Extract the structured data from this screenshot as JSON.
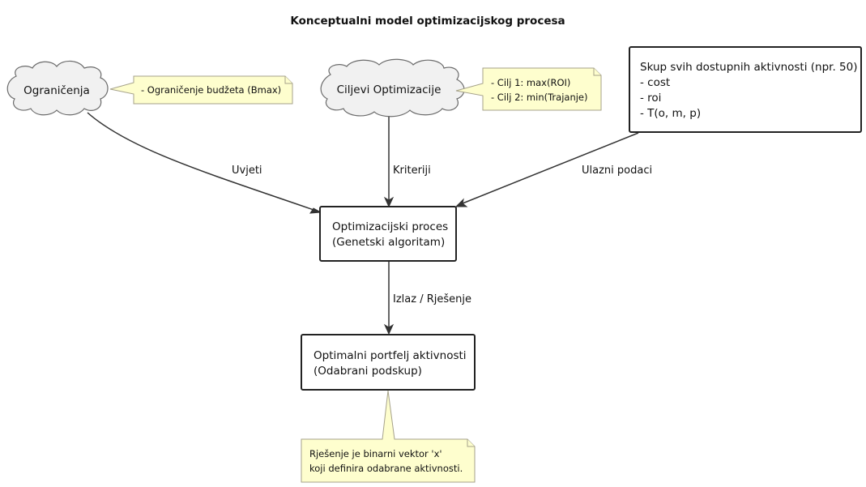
{
  "title": "Konceptualni model optimizacijskog procesa",
  "clouds": {
    "constraints": {
      "label": "Ograničenja"
    },
    "goals": {
      "label": "Ciljevi Optimizacije"
    }
  },
  "notes": {
    "constraints": {
      "lines": [
        "- Ograničenje budžeta (Bmax)"
      ]
    },
    "goals": {
      "lines": [
        "- Cilj 1: max(ROI)",
        "- Cilj 2: min(Trajanje)"
      ]
    },
    "result": {
      "lines": [
        "Rješenje je binarni vektor 'x'",
        "koji definira odabrane aktivnosti."
      ]
    }
  },
  "boxes": {
    "activities": {
      "lines": [
        "Skup svih dostupnih aktivnosti (npr. 50)",
        "- cost",
        "- roi",
        "- T(o, m, p)"
      ]
    },
    "process": {
      "lines": [
        "Optimizacijski proces",
        "(Genetski algoritam)"
      ]
    },
    "portfolio": {
      "lines": [
        "Optimalni portfelj aktivnosti",
        "(Odabrani podskup)"
      ]
    }
  },
  "edges": {
    "conditions": "Uvjeti",
    "criteria": "Kriteriji",
    "input": "Ulazni podaci",
    "output": "Izlaz / Rješenje"
  }
}
